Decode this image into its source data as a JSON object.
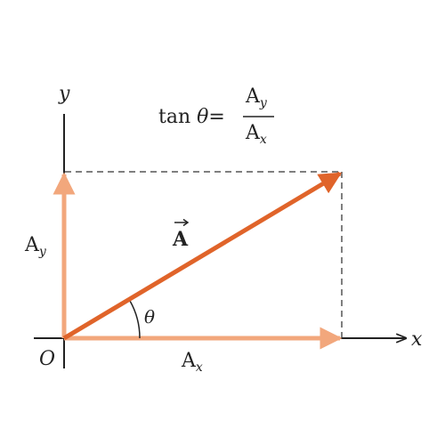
{
  "diagram": {
    "axes": {
      "x_label": "x",
      "y_label": "y",
      "origin_label": "O"
    },
    "formula": {
      "lhs_func": "tan",
      "lhs_var": "θ",
      "equals": "=",
      "numerator_base": "A",
      "numerator_sub": "y",
      "denominator_base": "A",
      "denominator_sub": "x"
    },
    "vector": {
      "label": "A",
      "angle_label": "θ"
    },
    "components": {
      "ax_base": "A",
      "ax_sub": "x",
      "ay_base": "A",
      "ay_sub": "y"
    },
    "colors": {
      "vector": "#e0642a",
      "components": "#f2a77c",
      "axes": "#222222",
      "dashed": "#555555"
    }
  }
}
